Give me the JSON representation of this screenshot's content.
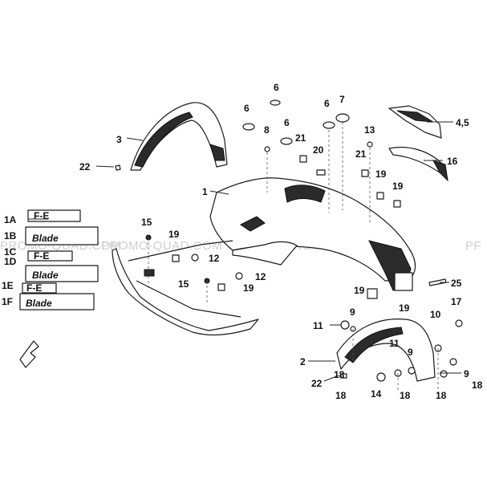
{
  "watermark": {
    "left": "PROMO-QUAD.COM",
    "center": "PROMO-QUAD.COM",
    "right_a": "PROMO-QUAD.COM",
    "right_b": "PF"
  },
  "labels": {
    "l1": "1",
    "l1A": "1A",
    "l1B": "1B",
    "l1C": "1C",
    "l1D": "1D",
    "l1E": "1E",
    "l1F": "1F",
    "l2": "2",
    "l3": "3",
    "l45": "4,5",
    "l6a": "6",
    "l6b": "6",
    "l6c": "6",
    "l6d": "6",
    "l7": "7",
    "l8": "8",
    "l9a": "9",
    "l9b": "9",
    "l9c": "9",
    "l10": "10",
    "l11a": "11",
    "l11b": "11",
    "l12a": "12",
    "l12b": "12",
    "l13": "13",
    "l14": "14",
    "l15a": "15",
    "l15b": "15",
    "l16": "16",
    "l17": "17",
    "l18a": "18",
    "l18b": "18",
    "l18c": "18",
    "l18d": "18",
    "l18e": "18",
    "l19a": "19",
    "l19b": "19",
    "l19c": "19",
    "l19d": "19",
    "l19e": "19",
    "l19f": "19",
    "l20": "20",
    "l21a": "21",
    "l21b": "21",
    "l22a": "22",
    "l22b": "22",
    "l25": "25"
  },
  "decals": {
    "blade_text": "Blade",
    "fe_text": "F-E"
  }
}
